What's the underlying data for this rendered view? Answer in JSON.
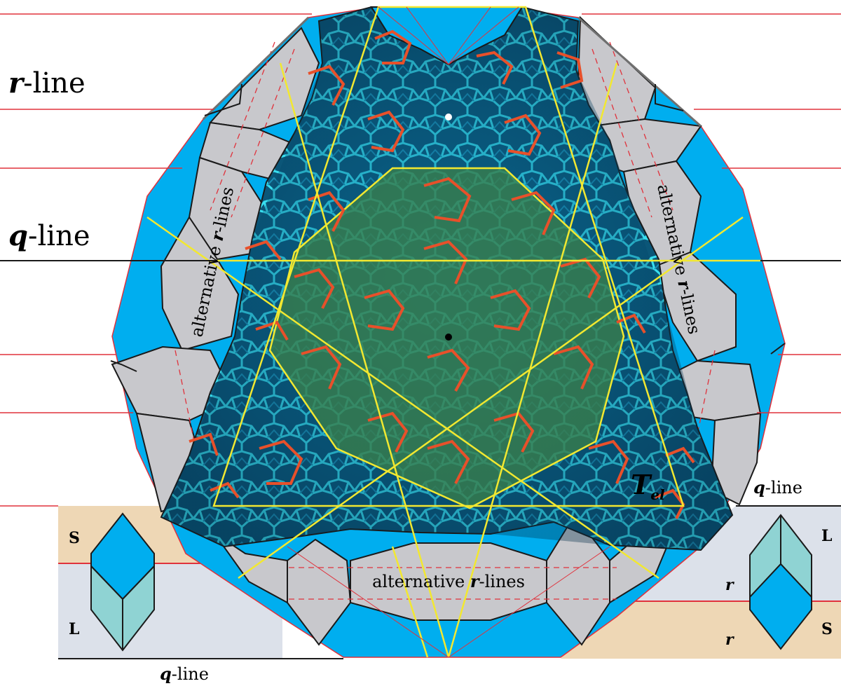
{
  "labels": {
    "r_line": {
      "bold": "r",
      "rest": "-line"
    },
    "q_line": {
      "bold": "q",
      "rest": "-line"
    },
    "alt_left": {
      "pre": "alternati",
      "bold": "v",
      "mid": "e ",
      "r": "r",
      "post": "-lines"
    },
    "alt_right": {
      "pre": "alternati",
      "bold": "v",
      "mid": "e ",
      "r": "r",
      "post": "-lines"
    },
    "alt_bottom": {
      "pre": "alternative ",
      "r": "r",
      "post": "-lines"
    },
    "t_el": {
      "main": "T",
      "sub": "el"
    },
    "right_q": {
      "bold": "q",
      "rest": "-line"
    },
    "bottom_q": {
      "bold": "q",
      "rest": "-line"
    },
    "left_S": "S",
    "left_L": "L",
    "right_L": "L",
    "right_S": "S",
    "right_r1": "r",
    "right_r2": "r"
  },
  "colors": {
    "red_line": "#e0323c",
    "black_line": "#1a1a1a",
    "cyan_band": "#00aeef",
    "gray_tile": "#c8c8cc",
    "inner_dark": "#0a4f6e",
    "tile_line": "#34e0f0",
    "green_hex": "#3a7f4a",
    "yellow_line": "#f2e830",
    "red_tile": "#e8502a",
    "tan": "#eed7b5",
    "pale_blue": "#dce1ea",
    "light_teal": "#8fd3d3"
  }
}
